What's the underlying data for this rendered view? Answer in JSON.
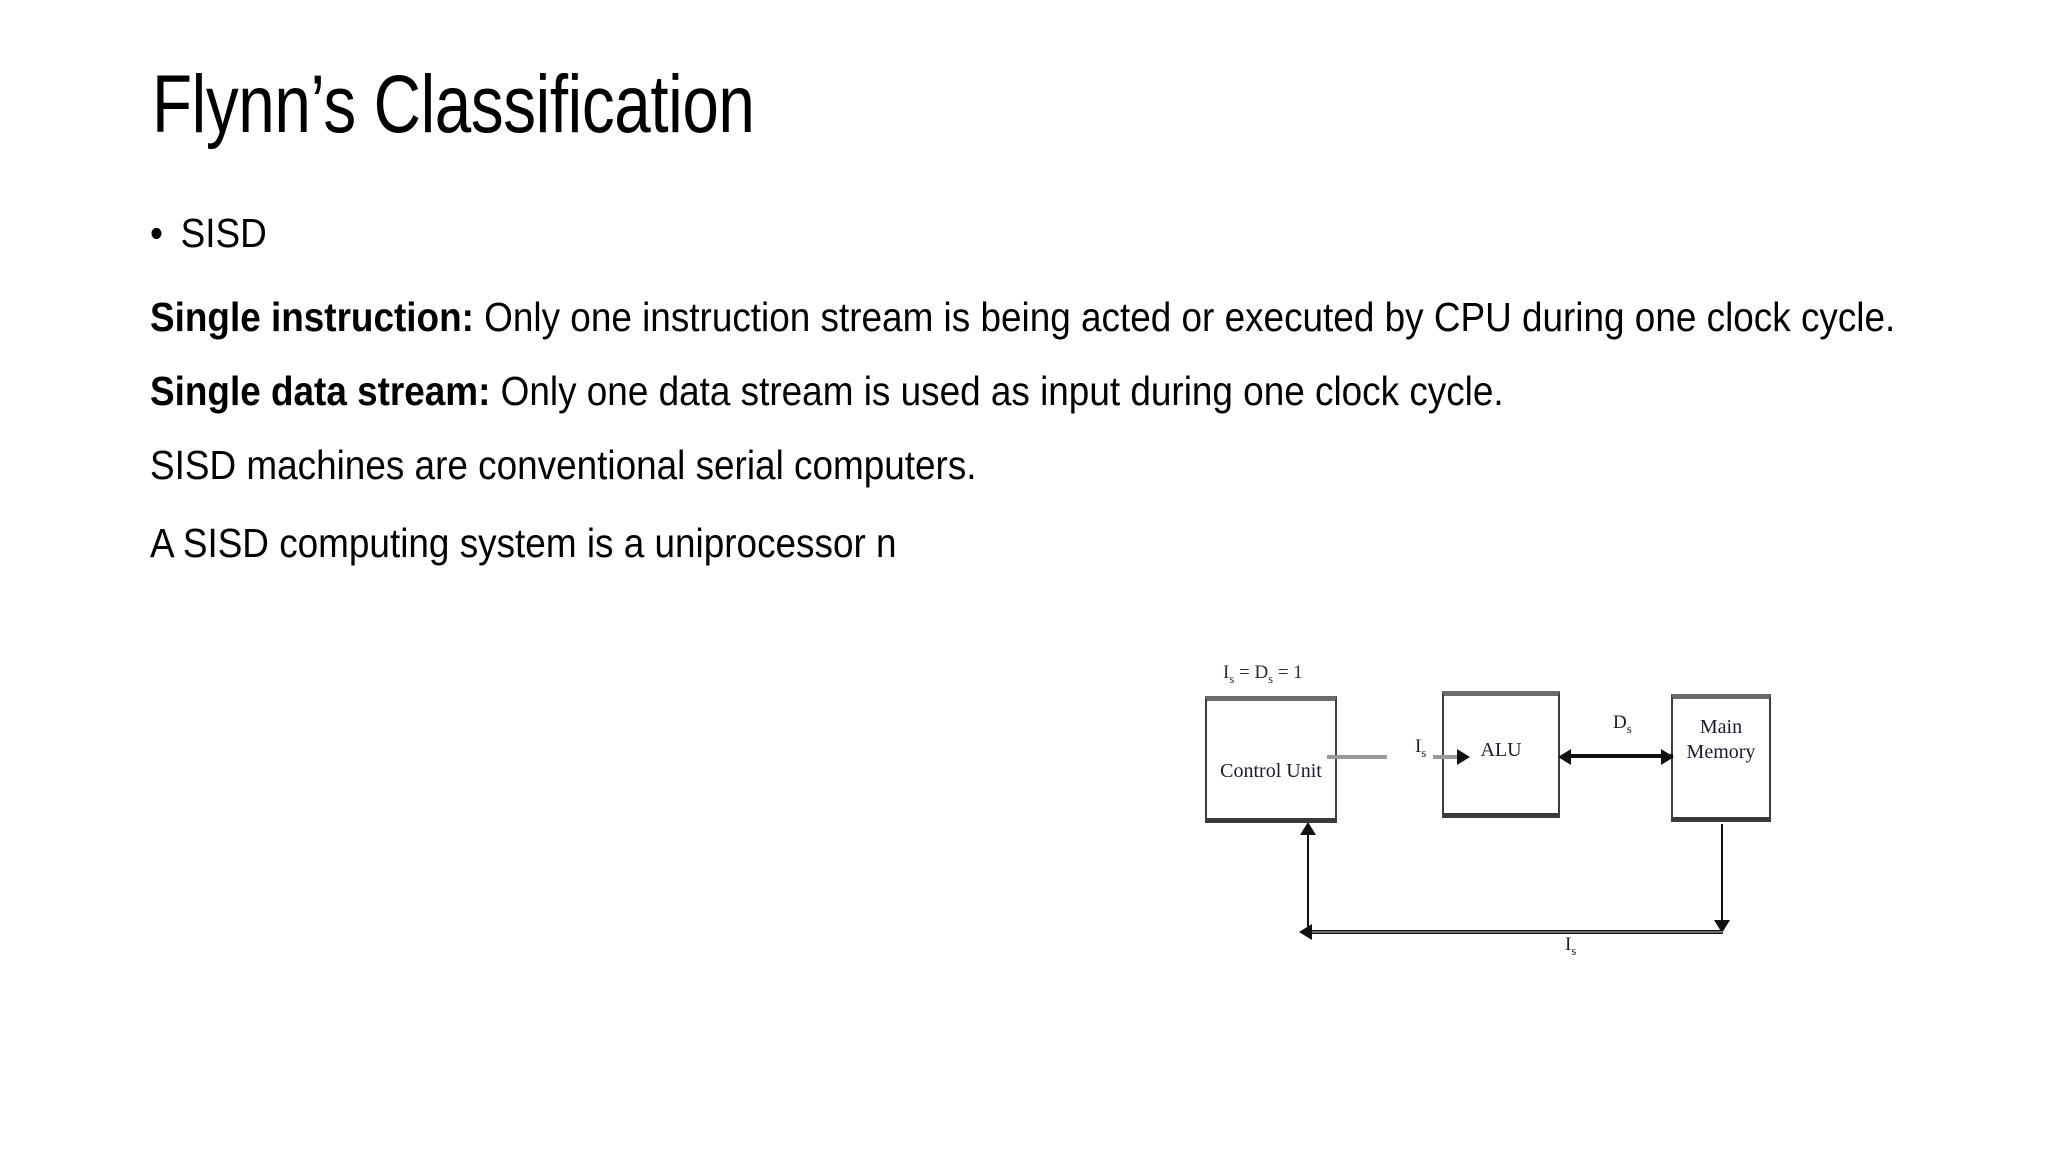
{
  "slide": {
    "title": "Flynn’s Classification",
    "bullet_marker": "•",
    "bullet_item": "SISD",
    "paragraphs": [
      {
        "lead": "Single instruction:",
        "rest": " Only one instruction stream is being acted or executed by CPU during one clock cycle."
      },
      {
        "lead": "Single data stream:",
        "rest": " Only one data stream is used as input during one clock cycle."
      }
    ],
    "line_sisd_machines": "SISD machines are conventional serial computers.",
    "line_uniprocessor": "A SISD computing system is a uniprocessor n"
  },
  "diagram": {
    "top_label": {
      "i_symbol": "I",
      "i_sub": "s",
      "eq1": " = ",
      "d_symbol": "D",
      "d_sub": "s",
      "eq2": " = 1"
    },
    "boxes": {
      "control_unit": "Control Unit",
      "alu": "ALU",
      "main_memory_line1": "Main",
      "main_memory_line2": "Memory"
    },
    "arrow_labels": {
      "instruction_stream_top": "I",
      "instruction_stream_top_sub": "s",
      "data_stream": "D",
      "data_stream_sub": "s",
      "instruction_stream_bottom": "I",
      "instruction_stream_bottom_sub": "s"
    }
  },
  "colors": {
    "background": "#ffffff",
    "text": "#000000",
    "diagram_stroke": "#1a1a1a",
    "diagram_stroke_light": "#8a8a8a",
    "diagram_label": "#1a1a2e"
  }
}
